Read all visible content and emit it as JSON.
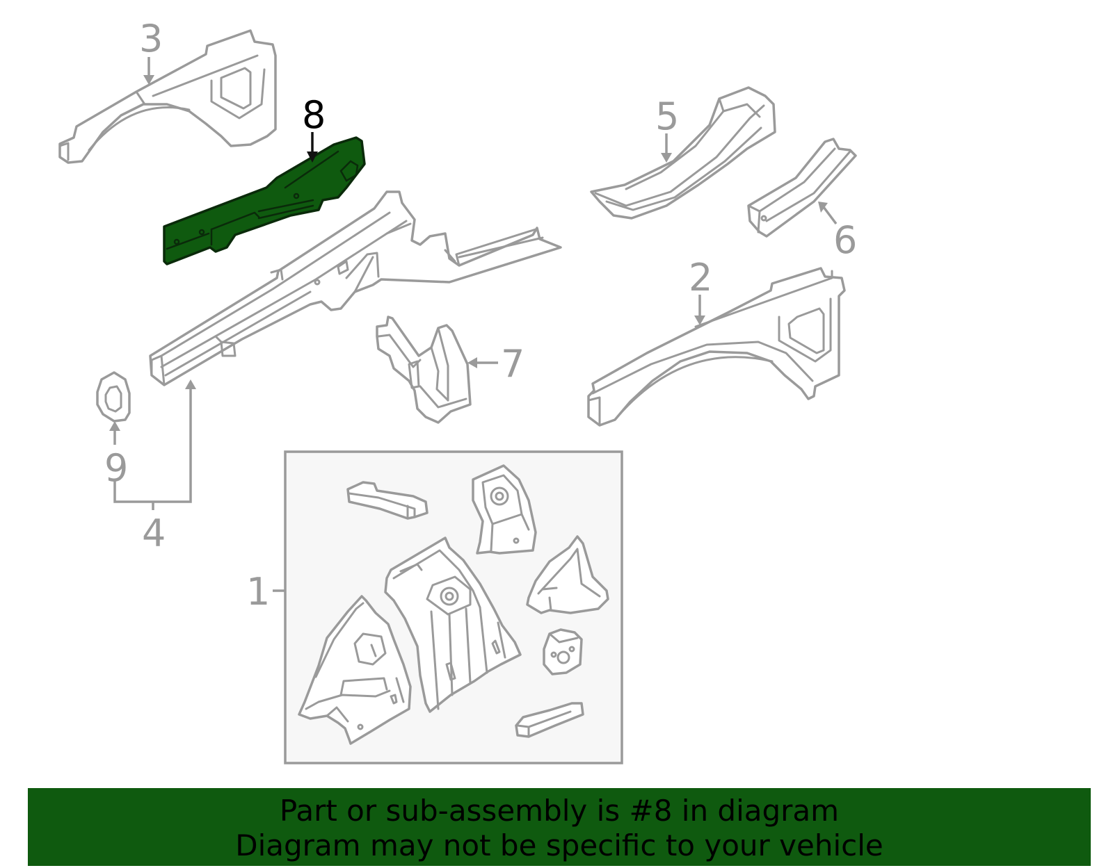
{
  "callouts": {
    "c1": "1",
    "c2": "2",
    "c3": "3",
    "c4": "4",
    "c5": "5",
    "c6": "6",
    "c7": "7",
    "c8": "8",
    "c9": "9"
  },
  "highlighted_part": "8",
  "colors": {
    "highlight": "#0f5a0f",
    "line": "#9a9a9a",
    "banner": "#0f5a0f"
  },
  "banner": {
    "line1": "Part or sub-assembly is #8 in diagram",
    "line2": "Diagram may not be specific to your vehicle"
  }
}
